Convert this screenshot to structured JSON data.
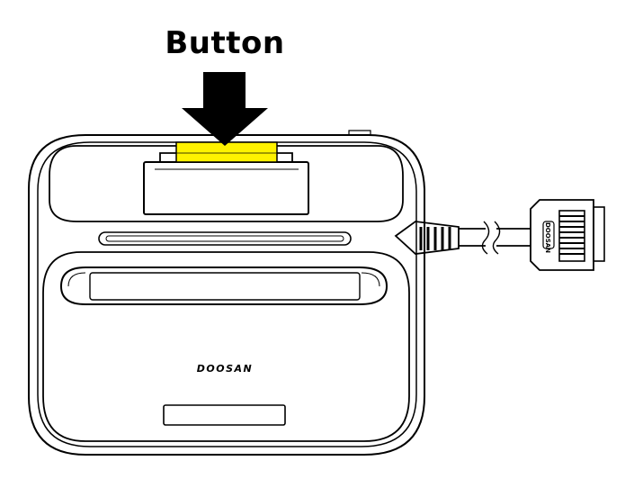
{
  "callout": {
    "label": "Button",
    "highlight_color": "#FFF200"
  },
  "device": {
    "brand": "DOOSAN",
    "connector_label": "DOOSAN"
  },
  "icons": {
    "arrow": "down-arrow-icon"
  }
}
